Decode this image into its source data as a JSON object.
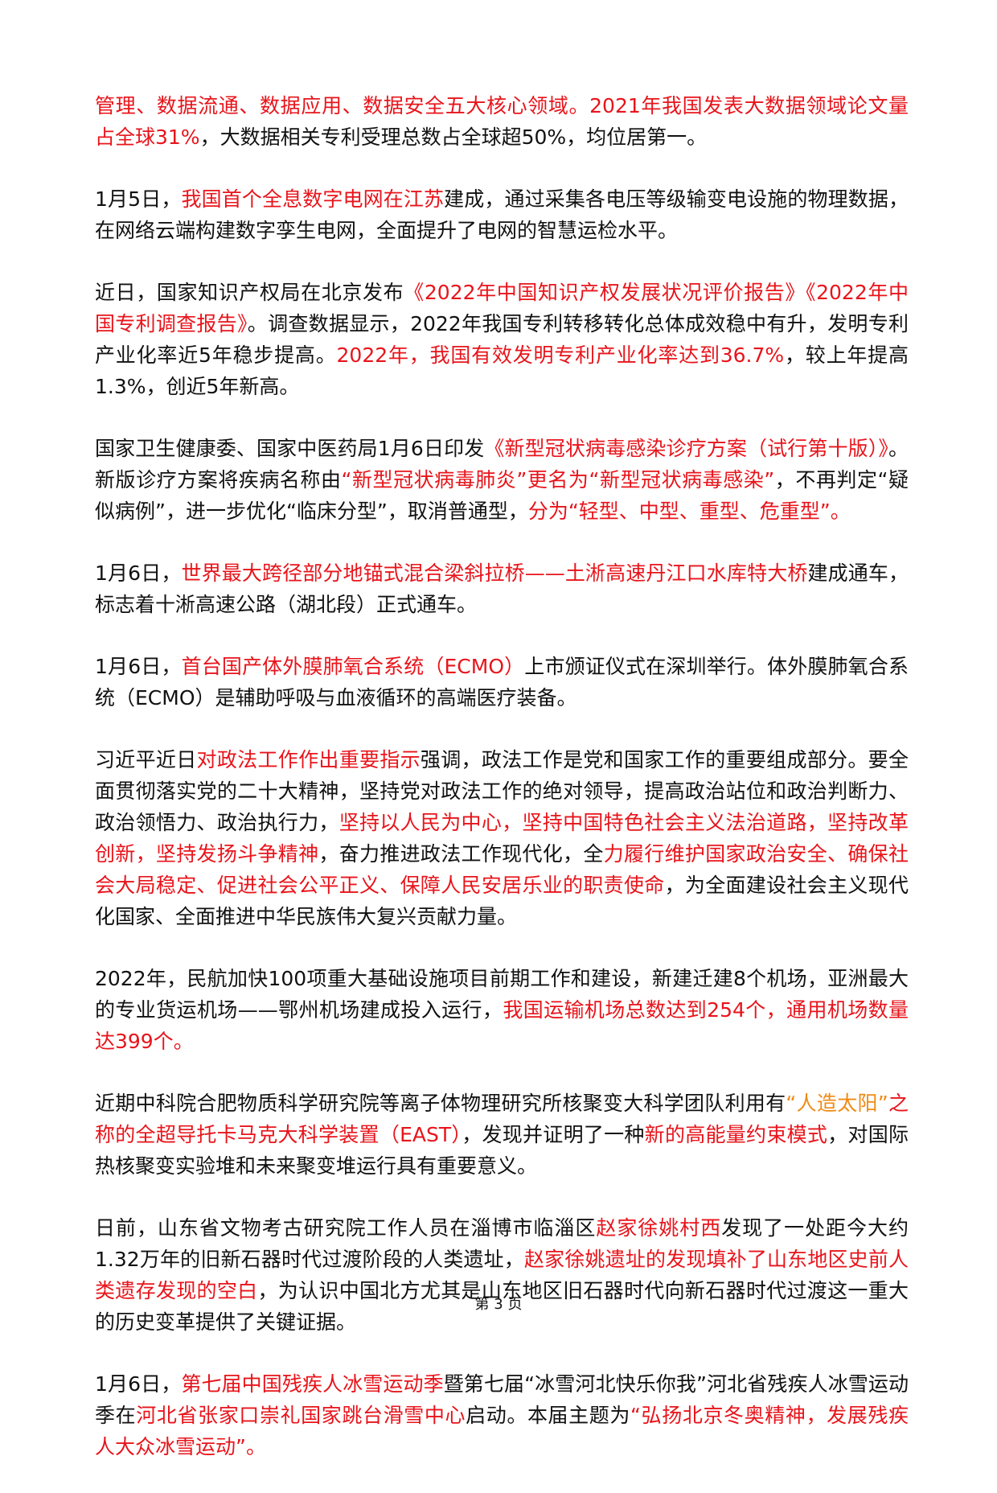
{
  "paragraphs": [
    {
      "name": "para-big-data",
      "segments": [
        {
          "t": "管理、数据流通、数据应用、数据安全五大核心领域。2021年我国发表大数据领域论文量占全球31%",
          "c": "red"
        },
        {
          "t": "，大数据相关专利受理总数占全球超50%，均位居第一。",
          "c": "black"
        }
      ]
    },
    {
      "name": "para-digital-grid",
      "segments": [
        {
          "t": "1月5日，",
          "c": "black"
        },
        {
          "t": "我国首个全息数字电网在江苏",
          "c": "red"
        },
        {
          "t": "建成，通过采集各电压等级输变电设施的物理数据，在网络云端构建数字孪生电网，全面提升了电网的智慧运检水平。",
          "c": "black"
        }
      ]
    },
    {
      "name": "para-ip-report",
      "segments": [
        {
          "t": "近日，国家知识产权局在北京发布",
          "c": "black"
        },
        {
          "t": "《2022年中国知识产权发展状况评价报告》《2022年中国专利调查报告》",
          "c": "red"
        },
        {
          "t": "。调查数据显示，2022年我国专利转移转化总体成效稳中有升，发明专利产业化率近5年稳步提高。",
          "c": "black"
        },
        {
          "t": "2022年，我国有效发明专利产业化率达到36.7%",
          "c": "red"
        },
        {
          "t": "，较上年提高1.3%，创近5年新高。",
          "c": "black"
        }
      ]
    },
    {
      "name": "para-covid-plan",
      "segments": [
        {
          "t": "国家卫生健康委、国家中医药局1月6日印发",
          "c": "black"
        },
        {
          "t": "《新型冠状病毒感染诊疗方案（试行第十版）》",
          "c": "red"
        },
        {
          "t": "。新版诊疗方案将疾病名称由",
          "c": "black"
        },
        {
          "t": "“新型冠状病毒肺炎”更名为“新型冠状病毒感染”",
          "c": "red"
        },
        {
          "t": "，不再判定“疑似病例”，进一步优化“临床分型”，取消普通型，",
          "c": "black"
        },
        {
          "t": "分为“轻型、中型、重型、危重型”。",
          "c": "red"
        }
      ]
    },
    {
      "name": "para-bridge",
      "segments": [
        {
          "t": "1月6日，",
          "c": "black"
        },
        {
          "t": "世界最大跨径部分地锚式混合梁斜拉桥——土淅高速丹江口水库特大桥",
          "c": "red"
        },
        {
          "t": "建成通车，标志着十淅高速公路（湖北段）正式通车。",
          "c": "black"
        }
      ]
    },
    {
      "name": "para-ecmo",
      "segments": [
        {
          "t": "1月6日，",
          "c": "black"
        },
        {
          "t": "首台国产体外膜肺氧合系统（ECMO）",
          "c": "red"
        },
        {
          "t": "上市颁证仪式在深圳举行。体外膜肺氧合系统（ECMO）是辅助呼吸与血液循环的高端医疗装备。",
          "c": "black"
        }
      ]
    },
    {
      "name": "para-political-law",
      "segments": [
        {
          "t": "习近平近日",
          "c": "black"
        },
        {
          "t": "对政法工作作出重要指示",
          "c": "red"
        },
        {
          "t": "强调，政法工作是党和国家工作的重要组成部分。要全面贯彻落实党的二十大精神，坚持党对政法工作的绝对领导，提高政治站位和政治判断力、政治领悟力、政治执行力，",
          "c": "black"
        },
        {
          "t": "坚持以人民为中心，坚持中国特色社会主义法治道路，坚持改革创新，坚持发扬斗争精神",
          "c": "red"
        },
        {
          "t": "，奋力推进政法工作现代化，全",
          "c": "black"
        },
        {
          "t": "力履行维护国家政治安全、确保社会大局稳定、促进社会公平正义、保障人民安居乐业的职责使命",
          "c": "red"
        },
        {
          "t": "，为全面建设社会主义现代化国家、全面推进中华民族伟大复兴贡献力量。",
          "c": "black"
        }
      ]
    },
    {
      "name": "para-airports",
      "segments": [
        {
          "t": "2022年，民航加快100项重大基础设施项目前期工作和建设，新建迁建8个机场，亚洲最大的专业货运机场——鄂州机场建成投入运行，",
          "c": "black"
        },
        {
          "t": "我国运输机场总数达到254个，通用机场数量达399个。",
          "c": "red"
        }
      ]
    },
    {
      "name": "para-east",
      "segments": [
        {
          "t": "近期中科院合肥物质科学研究院等离子体物理研究所核聚变大科学团队利用有",
          "c": "black"
        },
        {
          "t": "“人造太阳”",
          "c": "orange"
        },
        {
          "t": "之称的全超导托卡马克大科学装置（EAST）",
          "c": "red"
        },
        {
          "t": "，发现并证明了一种",
          "c": "black"
        },
        {
          "t": "新的高能量约束模式",
          "c": "red"
        },
        {
          "t": "，对国际热核聚变实验堆和未来聚变堆运行具有重要意义。",
          "c": "black"
        }
      ]
    },
    {
      "name": "para-archaeology",
      "segments": [
        {
          "t": "日前，山东省文物考古研究院工作人员在淄博市临淄区",
          "c": "black"
        },
        {
          "t": "赵家徐姚村西",
          "c": "red"
        },
        {
          "t": "发现了一处距今大约1.32万年的旧新石器时代过渡阶段的人类遗址，",
          "c": "black"
        },
        {
          "t": "赵家徐姚遗址的发现填补了山东地区史前人类遗存发现的空白",
          "c": "red"
        },
        {
          "t": "，为认识中国北方尤其是山东地区旧石器时代向新石器时代过渡这一重大的历史变革提供了关键证据。",
          "c": "black"
        }
      ]
    },
    {
      "name": "para-ice-snow",
      "segments": [
        {
          "t": "1月6日，",
          "c": "black"
        },
        {
          "t": "第七届中国残疾人冰雪运动季",
          "c": "red"
        },
        {
          "t": "暨第七届“冰雪河北快乐你我”河北省残疾人冰雪运动季在",
          "c": "black"
        },
        {
          "t": "河北省张家口崇礼国家跳台滑雪中心",
          "c": "red"
        },
        {
          "t": "启动。本届主题为",
          "c": "black"
        },
        {
          "t": "“弘扬北京冬奥精神，发展残疾人大众冰雪运动”。",
          "c": "red"
        }
      ]
    }
  ],
  "footer": {
    "page_label": "第 3 页"
  },
  "colors": {
    "black": "#111111",
    "red": "#e8141b",
    "orange": "#f08a14"
  }
}
